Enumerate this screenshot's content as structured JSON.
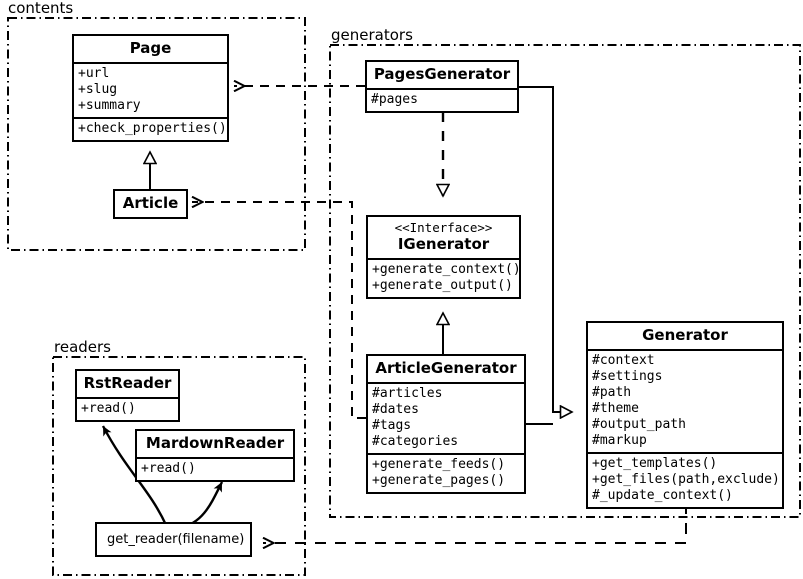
{
  "diagram": {
    "type": "uml-class-diagram",
    "packages": [
      {
        "id": "contents",
        "label": "contents"
      },
      {
        "id": "generators",
        "label": "generators"
      },
      {
        "id": "readers",
        "label": "readers"
      }
    ],
    "classes": {
      "page": {
        "name": "Page",
        "attributes": [
          "+url",
          "+slug",
          "+summary"
        ],
        "methods": [
          "+check_properties()"
        ]
      },
      "article": {
        "name": "Article",
        "attributes": [],
        "methods": []
      },
      "pages_generator": {
        "name": "PagesGenerator",
        "attributes": [
          "#pages"
        ],
        "methods": []
      },
      "igenerator": {
        "stereotype": "<<Interface>>",
        "name": "IGenerator",
        "attributes": [],
        "methods": [
          "+generate_context()",
          "+generate_output()"
        ]
      },
      "article_generator": {
        "name": "ArticleGenerator",
        "attributes": [
          "#articles",
          "#dates",
          "#tags",
          "#categories"
        ],
        "methods": [
          "+generate_feeds()",
          "+generate_pages()"
        ]
      },
      "generator": {
        "name": "Generator",
        "attributes": [
          "#context",
          "#settings",
          "#path",
          "#theme",
          "#output_path",
          "#markup"
        ],
        "methods": [
          "+get_templates()",
          "+get_files(path,exclude)",
          "#_update_context()"
        ]
      },
      "rst_reader": {
        "name": "RstReader",
        "attributes": [],
        "methods": [
          "+read()"
        ]
      },
      "mardown_reader": {
        "name": "MardownReader",
        "attributes": [],
        "methods": [
          "+read()"
        ]
      },
      "get_reader": {
        "name": "get_reader(filename)",
        "attributes": [],
        "methods": []
      }
    },
    "relationships": [
      {
        "from": "article",
        "to": "page",
        "kind": "generalization"
      },
      {
        "from": "pages_generator",
        "to": "igenerator",
        "kind": "realization"
      },
      {
        "from": "article_generator",
        "to": "igenerator",
        "kind": "generalization"
      },
      {
        "from": "pages_generator",
        "to": "generator",
        "kind": "generalization"
      },
      {
        "from": "article_generator",
        "to": "generator",
        "kind": "generalization"
      },
      {
        "from": "pages_generator",
        "to": "page",
        "kind": "dependency"
      },
      {
        "from": "article_generator",
        "to": "article",
        "kind": "dependency"
      },
      {
        "from": "generator",
        "to": "get_reader",
        "kind": "dependency"
      },
      {
        "from": "get_reader",
        "to": "rst_reader",
        "kind": "association"
      },
      {
        "from": "get_reader",
        "to": "mardown_reader",
        "kind": "association"
      }
    ],
    "colors": {
      "stroke": "#000000",
      "fill": "#ffffff"
    }
  }
}
